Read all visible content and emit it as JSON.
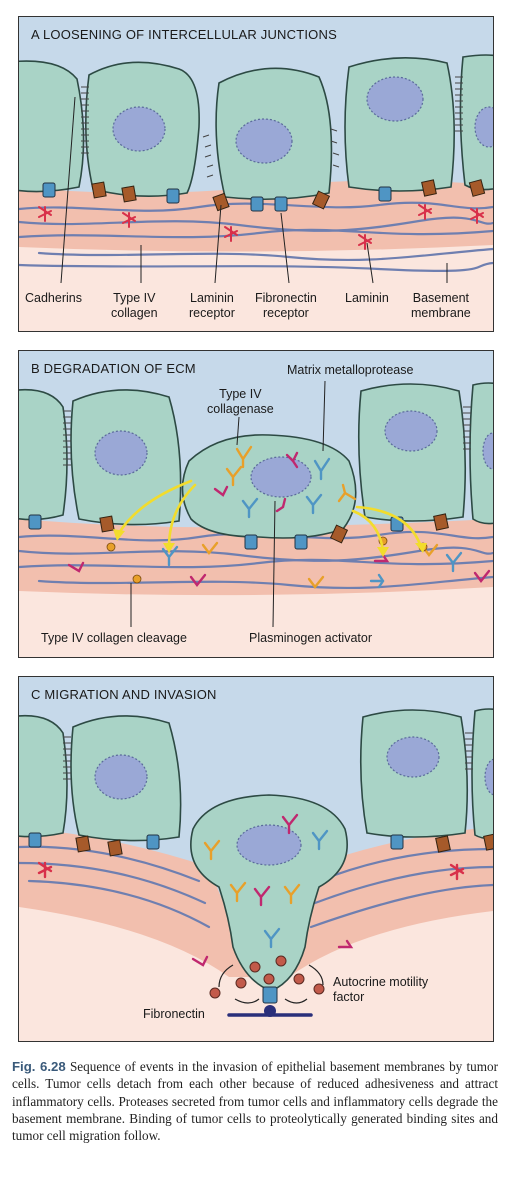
{
  "panels": {
    "a": {
      "title": "A  LOOSENING OF INTERCELLULAR JUNCTIONS",
      "labels": {
        "cadherins": "Cadherins",
        "type_iv_collagen": "Type IV\ncollagen",
        "laminin_receptor": "Laminin\nreceptor",
        "fibronectin_receptor": "Fibronectin\nreceptor",
        "laminin": "Laminin",
        "basement_membrane": "Basement\nmembrane"
      }
    },
    "b": {
      "title": "B  DEGRADATION OF ECM",
      "labels": {
        "type_iv_collagenase": "Type IV\ncollagenase",
        "matrix_metalloprotease": "Matrix metalloprotease",
        "type_iv_collagen_cleavage": "Type IV collagen cleavage",
        "plasminogen_activator": "Plasminogen activator"
      }
    },
    "c": {
      "title": "C  MIGRATION AND INVASION",
      "labels": {
        "autocrine_motility_factor": "Autocrine motility\nfactor",
        "fibronectin": "Fibronectin"
      }
    }
  },
  "caption": {
    "fig_number": "Fig. 6.28",
    "text": "Sequence of events in the invasion of epithelial basement membranes by tumor cells. Tumor cells detach from each other because of reduced adhesiveness and attract inflammatory cells. Proteases secreted from tumor cells and inflammatory cells degrade the basement membrane. Binding of tumor cells to proteolytically generated binding sites and tumor cell migration follow."
  },
  "colors": {
    "sky": "#c6d9ea",
    "cell": "#a9d3c6",
    "nucleus": "#9aa8d6",
    "membrane": "#f2bfae",
    "fiber": "#6f7fb0",
    "laminin": "#d8304a",
    "cadherin": "#4f95c4",
    "receptor": "#a65a2a",
    "collagenase": "#e8a02a",
    "magenta": "#c0286f",
    "arrow": "#f2dc2c"
  }
}
